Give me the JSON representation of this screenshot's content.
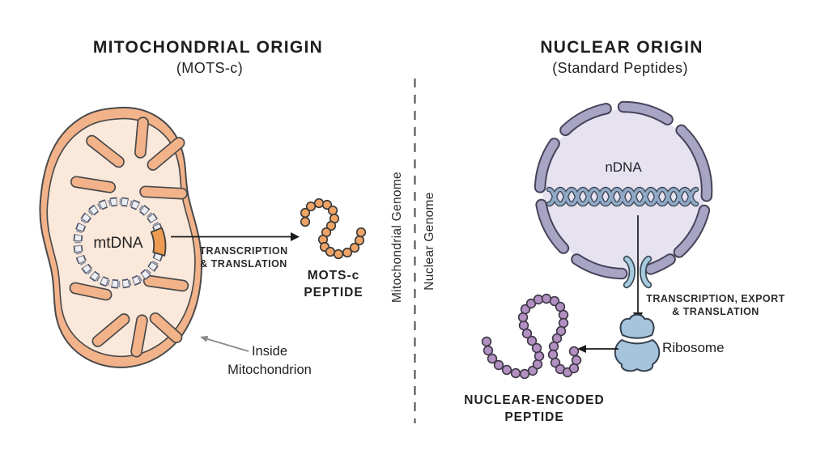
{
  "left_panel": {
    "title": "MITOCHONDRIAL ORIGIN",
    "subtitle": "(MOTS-c)",
    "mtdna_label": "mtDNA",
    "process_line1": "TRANSCRIPTION",
    "process_line2": "& TRANSLATION",
    "peptide_line1": "MOTS-c",
    "peptide_line2": "PEPTIDE",
    "annotation_line1": "Inside",
    "annotation_line2": "Mitochondrion"
  },
  "divider": {
    "left_label": "Mitochondrial Genome",
    "right_label": "Nuclear Genome"
  },
  "right_panel": {
    "title": "NUCLEAR ORIGIN",
    "subtitle": "(Standard Peptides)",
    "ndna_label": "nDNA",
    "process_line1": "TRANSCRIPTION, EXPORT",
    "process_line2": "& TRANSLATION",
    "ribosome_label": "Ribosome",
    "peptide_line1": "NUCLEAR-ENCODED",
    "peptide_line2": "PEPTIDE"
  },
  "colors": {
    "background": "#ffffff",
    "text": "#222222",
    "arrow_black": "#1a1a1a",
    "arrow_gray": "#8a8a8a",
    "divider_dash": "#4a4a4a",
    "mito_membrane": "#f3b38a",
    "mito_matrix": "#fae8da",
    "outline_dark": "#4a4a4a",
    "mtdna_strand": "#50566a",
    "mtdna_orange_segment": "#ec9b50",
    "motsc_bead": "#efa466",
    "nucleus_fill": "#e6e2f0",
    "nuclear_envelope": "#a8a4c3",
    "ndna_strand": "#8fa9c6",
    "nuclear_pore": "#a7cbde",
    "ribosome": "#a6c4dc",
    "nuclear_bead": "#b290c2"
  }
}
